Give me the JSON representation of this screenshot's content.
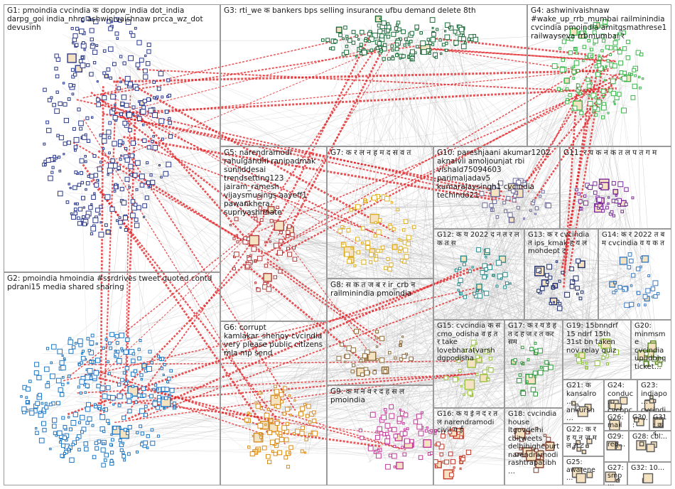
{
  "graph": {
    "type": "network",
    "edge_colors": {
      "light": "#c8c8c8",
      "medium": "#a9a9a9",
      "strong": "#e0191e"
    }
  },
  "groups": [
    {
      "id": "G1",
      "label": "G1: pmoindia cvcindia क doppw_india dot_india darpg_goi india_nhrc ashwinivaishnaw prcca_wz_dot devusinh",
      "node_color": "#2b3a8c"
    },
    {
      "id": "G2",
      "label": "G2: pmoindia hmoindia #ssrdrives tweet quoted contd pdrani15 media shared sharing",
      "node_color": "#1f77c4"
    },
    {
      "id": "G3",
      "label": "G3: rti_we क bankers bps selling insurance ufbu demand delete 8th",
      "node_color": "#1b6b3a"
    },
    {
      "id": "G4",
      "label": "G4: ashwinivaishnaw #wake_up_rrb_mumbai railminindia cvcindia pmoindia amitgsmathrese1 railwayseva rrbmumbai र",
      "node_color": "#3ab54a"
    },
    {
      "id": "G5",
      "label": "G5: narendramodi rahulgandhi ranipadmak sunilddesai trendsetting123 jairam_ramesh vijaysmusings aayeff1 pawankhera supriyashrinate",
      "node_color": "#b23a3a"
    },
    {
      "id": "G6",
      "label": "G6: corrupt kamlakar_shenoy cvcindia very please public citizens mla mp send",
      "node_color": "#d98c1a"
    },
    {
      "id": "G7",
      "label": "G7: क र ल न ह म द स व त",
      "node_color": "#e0b020"
    },
    {
      "id": "G8",
      "label": "G8: स क त ज ब र ir_crb न railminindia pmoindia",
      "node_color": "#8c6b3a"
    },
    {
      "id": "G9",
      "label": "G9: क म न व र द ह स ल pmoindia",
      "node_color": "#c23a9a"
    },
    {
      "id": "G10",
      "label": "G10: pareshjaani akumar1202 aknaivli amoljounjat rbi vishald75094603 parimaljadav5 kumarajaysingh1 cvcindia techindo21",
      "node_color": "#6a6a9a"
    },
    {
      "id": "G11",
      "label": "G11: र य क न क त ल प त ग म",
      "node_color": "#7a2a9a"
    },
    {
      "id": "G12",
      "label": "G12: क य 2022 द न त र ल क त स",
      "node_color": "#2a8c8c"
    },
    {
      "id": "G13",
      "label": "G13: क र cvcindia त ips_kmak ह य ल mohdept ट",
      "node_color": "#1a2a6a"
    },
    {
      "id": "G14",
      "label": "G14: क र 2022 त ब म cvcindia व य क त",
      "node_color": "#3a7ac2"
    },
    {
      "id": "G15",
      "label": "G15: cvcindia क स cmo_odisha व ह त र take lovebharatvarsh dgpodisha",
      "node_color": "#9ac23a"
    },
    {
      "id": "G16",
      "label": "G16: क य ई न द र त ल narendramodi civil ग ई",
      "node_color": "#2a9a3a"
    },
    {
      "id": "G17",
      "label": "G17: क र य र्ड ह त द ह ज र त कर सम",
      "node_color": "#c23a2a"
    },
    {
      "id": "G18",
      "label": "G18: cvcindia house ltgovdelhi cbitweets delhihighcourt narendramodi rashtrapatibh…",
      "node_color": "#7a3a2a"
    },
    {
      "id": "G19",
      "label": "G19: 15bnndrf 15 ndrf 15th 31st bn taken nov relay quiz",
      "node_color": "#8ac23a"
    },
    {
      "id": "G20",
      "label": "G20: minmsme cvcindia uphdbhq ticket…",
      "node_color": "#5a8a2a"
    },
    {
      "id": "G21",
      "label": "G21: क kansalro… ankursh…",
      "node_color": "#5a5a5a"
    },
    {
      "id": "G22",
      "label": "G22: क र ह य न ज म ल स ट",
      "node_color": "#5a5a5a"
    },
    {
      "id": "G23",
      "label": "G23: indiapo… cvcindi…",
      "node_color": "#5a5a5a"
    },
    {
      "id": "G24",
      "label": "G24: conduc… cvcbpc…",
      "node_color": "#5a5a5a"
    },
    {
      "id": "G25",
      "label": "G25: awarene…",
      "node_color": "#5a5a5a"
    },
    {
      "id": "G26",
      "label": "G26: mail…",
      "node_color": "#5a5a5a"
    },
    {
      "id": "G27",
      "label": "G27: smp…",
      "node_color": "#5a5a5a"
    },
    {
      "id": "G28",
      "label": "G28: cbi…",
      "node_color": "#5a5a5a"
    },
    {
      "id": "G29",
      "label": "G29: req…",
      "node_color": "#5a5a5a"
    },
    {
      "id": "G30",
      "label": "G30:",
      "node_color": "#5a5a5a"
    },
    {
      "id": "G31",
      "label": "G31: क द…",
      "node_color": "#5a5a5a"
    },
    {
      "id": "G32",
      "label": "G32: 10…",
      "node_color": "#5a5a5a"
    }
  ]
}
